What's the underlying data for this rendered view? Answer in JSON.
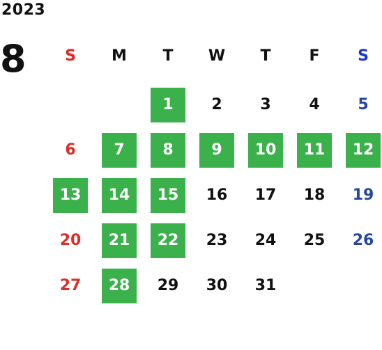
{
  "calendar": {
    "year": "2023",
    "month": "8",
    "weekdays": [
      "S",
      "M",
      "T",
      "W",
      "T",
      "F",
      "S"
    ],
    "colors": {
      "highlight_bg": "#3ab14b",
      "sunday": "#e02d27",
      "saturday": "#2748a0",
      "weekday_header_sunday": "#e4261c",
      "weekday_header_saturday": "#1a36c8",
      "default": "#111111"
    },
    "days": [
      {
        "label": "1",
        "highlighted": true
      },
      {
        "label": "2",
        "highlighted": false
      },
      {
        "label": "3",
        "highlighted": false
      },
      {
        "label": "4",
        "highlighted": false
      },
      {
        "label": "5",
        "highlighted": false
      },
      {
        "label": "6",
        "highlighted": false
      },
      {
        "label": "7",
        "highlighted": true
      },
      {
        "label": "8",
        "highlighted": true
      },
      {
        "label": "9",
        "highlighted": true
      },
      {
        "label": "10",
        "highlighted": true
      },
      {
        "label": "11",
        "highlighted": true
      },
      {
        "label": "12",
        "highlighted": true
      },
      {
        "label": "13",
        "highlighted": true
      },
      {
        "label": "14",
        "highlighted": true
      },
      {
        "label": "15",
        "highlighted": true
      },
      {
        "label": "16",
        "highlighted": false
      },
      {
        "label": "17",
        "highlighted": false
      },
      {
        "label": "18",
        "highlighted": false
      },
      {
        "label": "19",
        "highlighted": false
      },
      {
        "label": "20",
        "highlighted": false
      },
      {
        "label": "21",
        "highlighted": true
      },
      {
        "label": "22",
        "highlighted": true
      },
      {
        "label": "23",
        "highlighted": false
      },
      {
        "label": "24",
        "highlighted": false
      },
      {
        "label": "25",
        "highlighted": false
      },
      {
        "label": "26",
        "highlighted": false
      },
      {
        "label": "27",
        "highlighted": false
      },
      {
        "label": "28",
        "highlighted": true
      },
      {
        "label": "29",
        "highlighted": false
      },
      {
        "label": "30",
        "highlighted": false
      },
      {
        "label": "31",
        "highlighted": false
      }
    ]
  }
}
